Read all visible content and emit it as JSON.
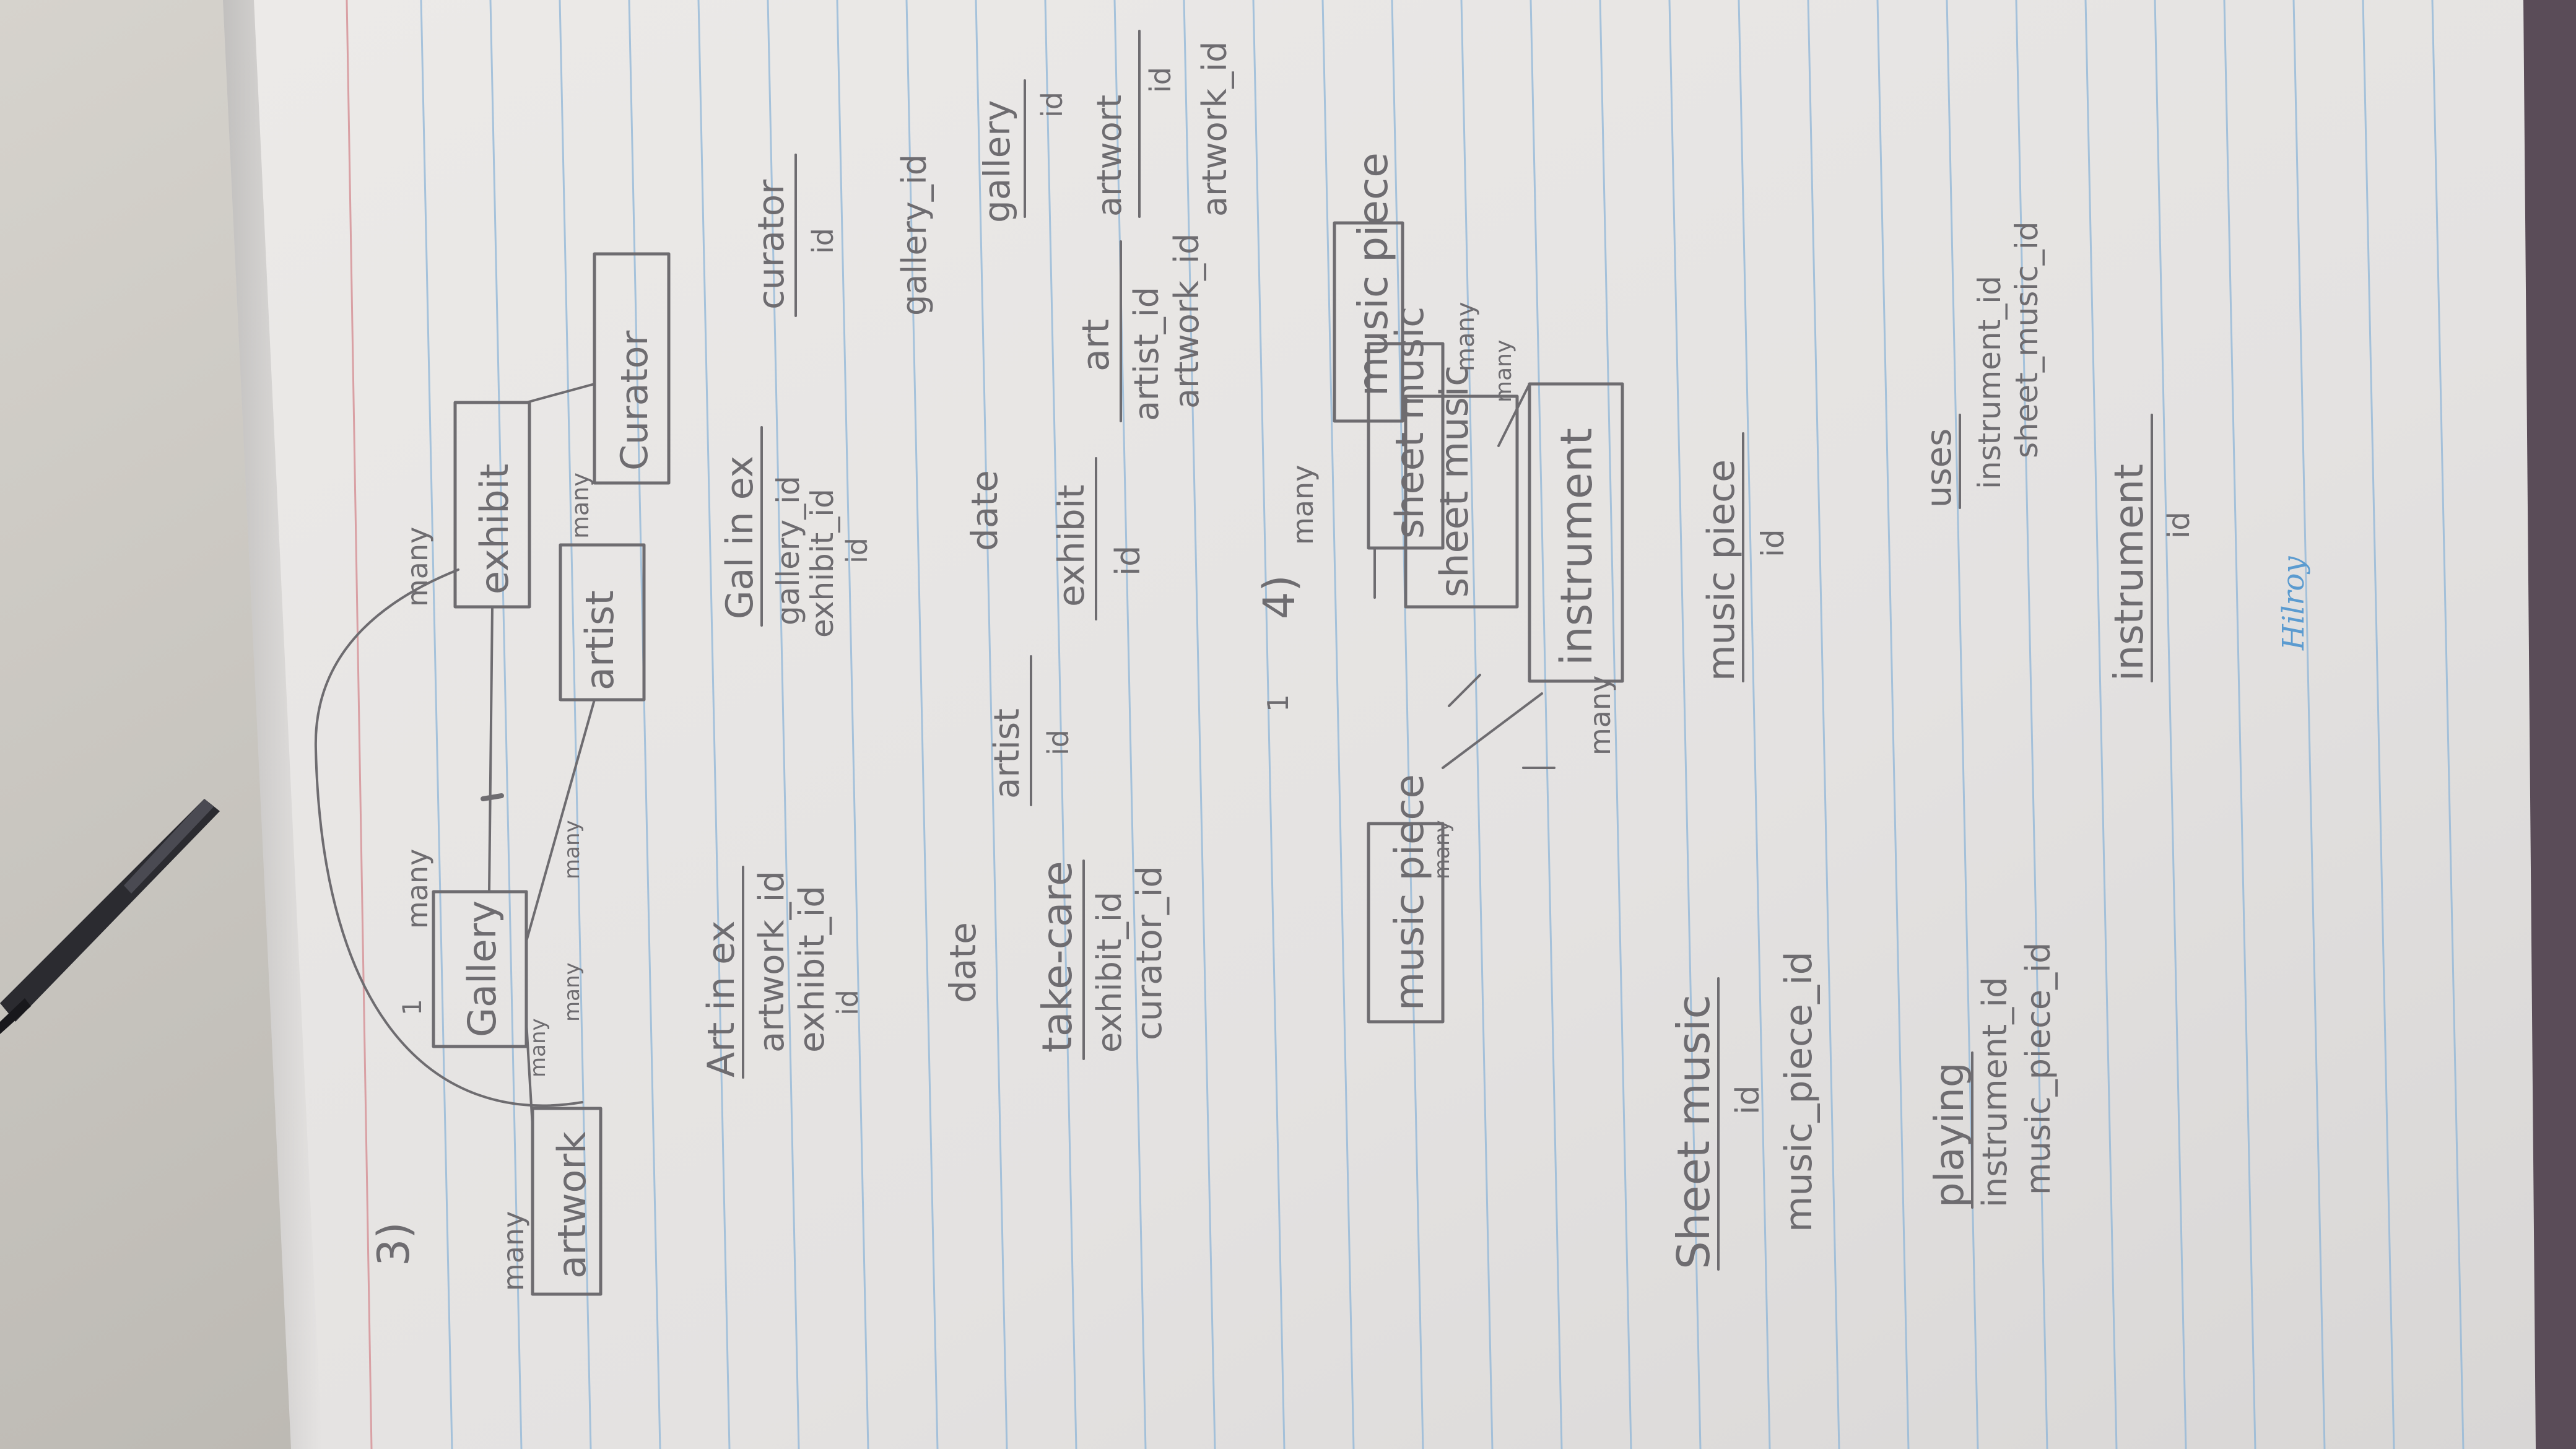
{
  "colors": {
    "desk": "#c9c6c0",
    "paper": "#e8e6e4",
    "rule_line": "#8fb6d8",
    "margin_line": "#d9a0a4",
    "pencil": "#6e6c70",
    "logo": "#5b9bd0",
    "pen_body": "#2b2b30"
  },
  "page_orientation": "rotated 90 degrees counter-clockwise",
  "section3": {
    "number": "3)",
    "entities": [
      "artwork",
      "Gallery",
      "exhibit",
      "artist",
      "Curator"
    ],
    "cardinality": {
      "artwork_gallery_1": "many",
      "artwork_gallery_2": "many",
      "gallery_artwork": "many",
      "gallery_exhibit": "many",
      "gallery_top": "many",
      "gallery_artist": "many",
      "exhibit_curator": "many",
      "gallery_one": "1"
    },
    "tables": {
      "art_in_ex": {
        "title": "Art in ex",
        "fields": [
          "artwork_id",
          "exhibit_id",
          "id",
          "date"
        ]
      },
      "gal_in_ex": {
        "title": "Gal in ex",
        "fields": [
          "gallery_id",
          "exhibit_id",
          "id",
          "date"
        ]
      },
      "curator": {
        "title": "curator",
        "fields": [
          "id",
          "gallery_id"
        ]
      },
      "gallery": {
        "title": "gallery",
        "fields": [
          "id"
        ]
      },
      "artist": {
        "title": "artist",
        "fields": [
          "id"
        ]
      },
      "take_care": {
        "title": "take-care",
        "fields": [
          "exhibit_id",
          "curator_id"
        ]
      },
      "exhibit": {
        "title": "exhibit",
        "fields": [
          "id"
        ]
      },
      "art": {
        "title": "art",
        "fields": [
          "artist_id",
          "artwork_id"
        ]
      },
      "artwork": {
        "title": "artwort",
        "fields": [
          "id"
        ]
      }
    }
  },
  "section4": {
    "number": "4)",
    "entities": [
      "music piece",
      "sheet music",
      "instrument"
    ],
    "cardinality": {
      "piece_sheet_one": "1",
      "piece_sheet_many": "many",
      "sheet_instrument": "many",
      "instrument_sheet": "many",
      "piece_instrument": "many",
      "instrument_piece": "many"
    },
    "tables": {
      "sheet_music": {
        "title": "Sheet music",
        "fields": [
          "id",
          "music_piece_id"
        ]
      },
      "music_piece": {
        "title": "music piece",
        "fields": [
          "id"
        ]
      },
      "playing": {
        "title": "playing",
        "fields": [
          "instrument_id",
          "music_piece_id"
        ]
      },
      "uses": {
        "title": "uses",
        "fields": [
          "instrument_id",
          "sheet_music_id"
        ]
      },
      "instrument": {
        "title": "instrument",
        "fields": [
          "id"
        ]
      }
    }
  },
  "logo_text": "Hilroy"
}
